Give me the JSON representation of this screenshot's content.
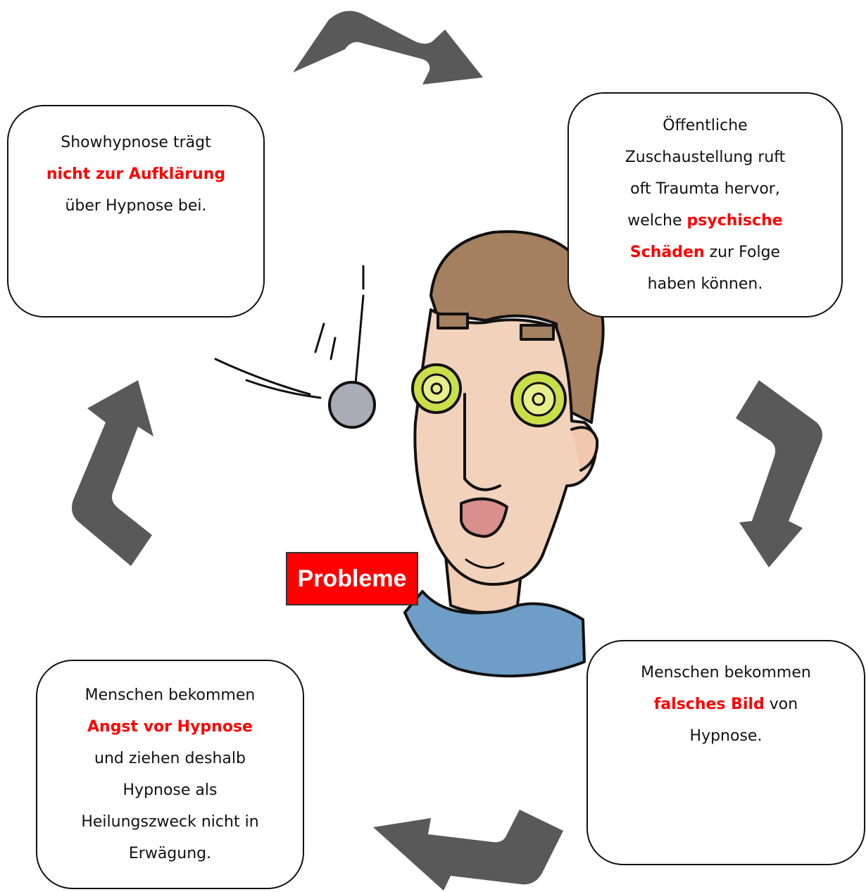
{
  "center_label": "Probleme",
  "boxes": {
    "top_left": {
      "pre": "Showhypnose trägt",
      "highlight": "nicht zur Aufklärung",
      "post": "über Hypnose bei."
    },
    "top_right": {
      "l1": "Öffentliche",
      "l2": "Zuschaustellung ruft",
      "l3": "oft Traumta hervor,",
      "l4_pre": "welche",
      "l4_hl": "psychische",
      "l5_hl": "Schäden",
      "l5_post": "zur Folge",
      "l6": "haben können."
    },
    "bottom_right": {
      "l1": "Menschen bekommen",
      "l2_hl": "falsches Bild",
      "l2_post": "von",
      "l3": "Hypnose."
    },
    "bottom_left": {
      "l1": "Menschen bekommen",
      "l2_hl": "Angst vor Hypnose",
      "l3": "und ziehen deshalb",
      "l4": "Hypnose als",
      "l5": "Heilungszweck nicht in",
      "l6": "Erwägung."
    }
  },
  "colors": {
    "highlight": "#ff0000",
    "arrow": "#595959",
    "badge": "#ff0000"
  },
  "icons": [
    "curved-arrow-icon",
    "pendulum-icon",
    "hypnotized-face-illustration"
  ]
}
